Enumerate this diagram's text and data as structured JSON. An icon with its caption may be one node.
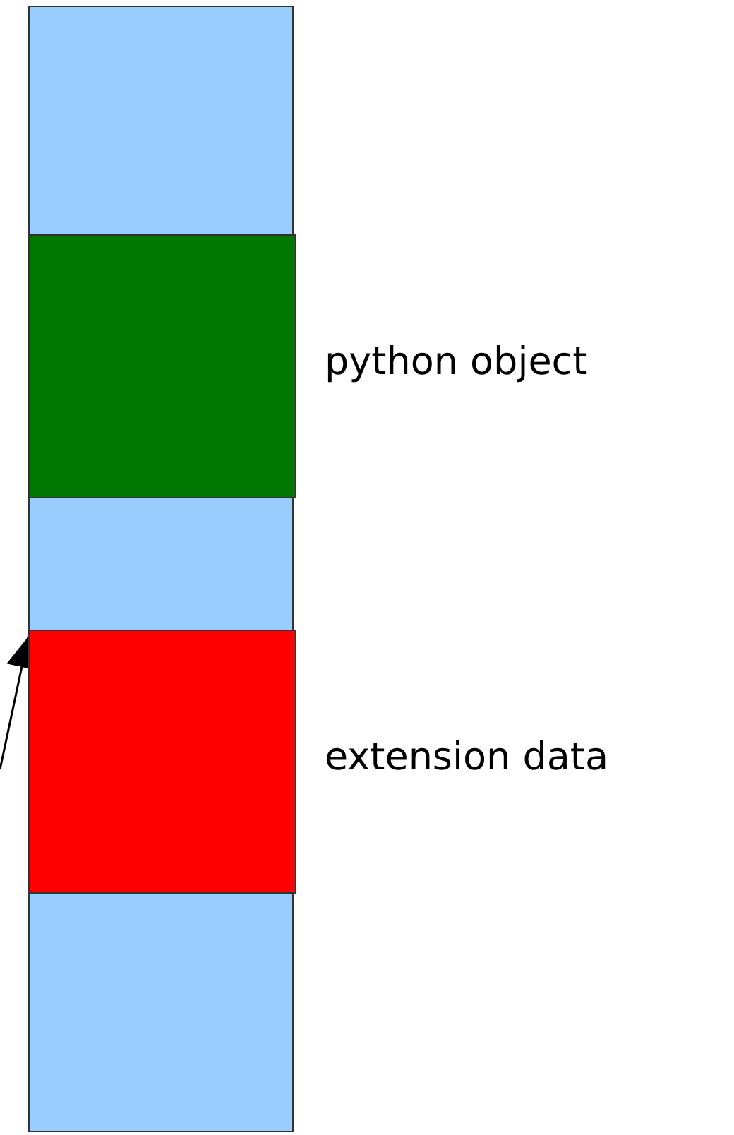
{
  "diagram": {
    "nodes": [
      {
        "text": [],
        "shape": "box"
      },
      {
        "text": [],
        "shape": "box",
        "in": 0,
        "beside": [
          "python object"
        ]
      },
      {
        "text": [],
        "shape": "box",
        "in": 0,
        "beside": [
          "extension data"
        ]
      }
    ],
    "edges": [
      {
        "from": null,
        "to": 2,
        "arrow": "to"
      }
    ]
  }
}
